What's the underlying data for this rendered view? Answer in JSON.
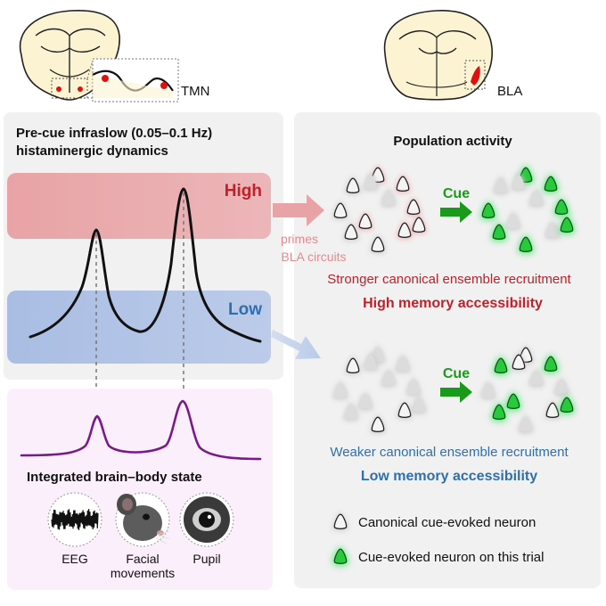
{
  "tmn": {
    "label": "TMN",
    "title_line1": "Pre-cue infraslow (0.05–0.1 Hz)",
    "title_line2": "histaminergic dynamics",
    "high_label": "High",
    "low_label": "Low",
    "state_title": "Integrated brain–body state",
    "eeg_label": "EEG",
    "facial_label_line1": "Facial",
    "facial_label_line2": "movements",
    "pupil_label": "Pupil"
  },
  "bla": {
    "label": "BLA",
    "panel_title": "Population activity",
    "primes_line1": "primes",
    "primes_line2": "BLA circuits",
    "cue_label": "Cue",
    "high_caption": "Stronger canonical ensemble recruitment",
    "high_result": "High memory accessibility",
    "low_caption": "Weaker canonical ensemble recruitment",
    "low_result": "Low memory accessibility"
  },
  "legend": {
    "canonical": "Canonical cue-evoked neuron",
    "evoked": "Cue-evoked neuron on this trial"
  },
  "colors": {
    "high_band": "#e8a3a6",
    "low_band": "#a9bde3",
    "high_text": "#c0202a",
    "low_text": "#2f6fb0",
    "cue_green": "#1a9a1a",
    "purple_trace": "#7a1a8a",
    "panel_gray": "#f1f1f1",
    "pink_panel": "#fbeffb"
  }
}
